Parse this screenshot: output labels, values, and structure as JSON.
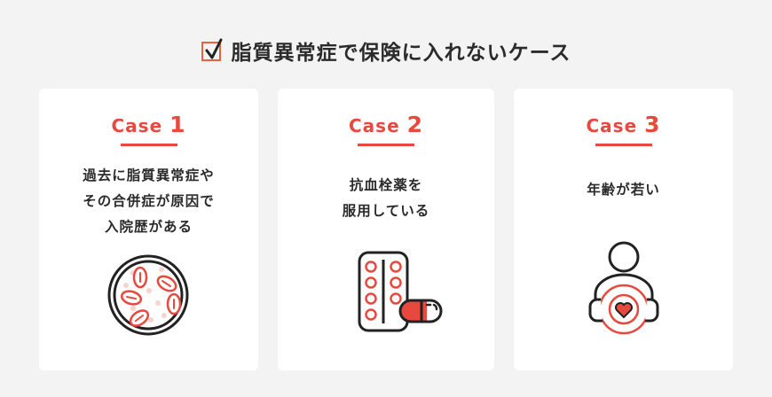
{
  "header": {
    "title": "脂質異常症で保険に入れないケース",
    "icon": "checkbox-checked-icon",
    "accent_color": "#e8623f"
  },
  "cards": [
    {
      "case_word": "Case",
      "case_number": "1",
      "lines": [
        "過去に脂質異常症や",
        "その合併症が原因で",
        "入院歴がある"
      ],
      "icon": "blood-cells-petri-icon"
    },
    {
      "case_word": "Case",
      "case_number": "2",
      "lines": [
        "抗血栓薬を",
        "服用している"
      ],
      "icon": "pill-blister-capsule-icon"
    },
    {
      "case_word": "Case",
      "case_number": "3",
      "lines": [
        "年齢が若い"
      ],
      "icon": "person-heart-icon"
    }
  ],
  "colors": {
    "accent_red": "#e8493e",
    "text_dark": "#2b2b2b",
    "background": "#f3f3f3",
    "card": "#ffffff"
  }
}
